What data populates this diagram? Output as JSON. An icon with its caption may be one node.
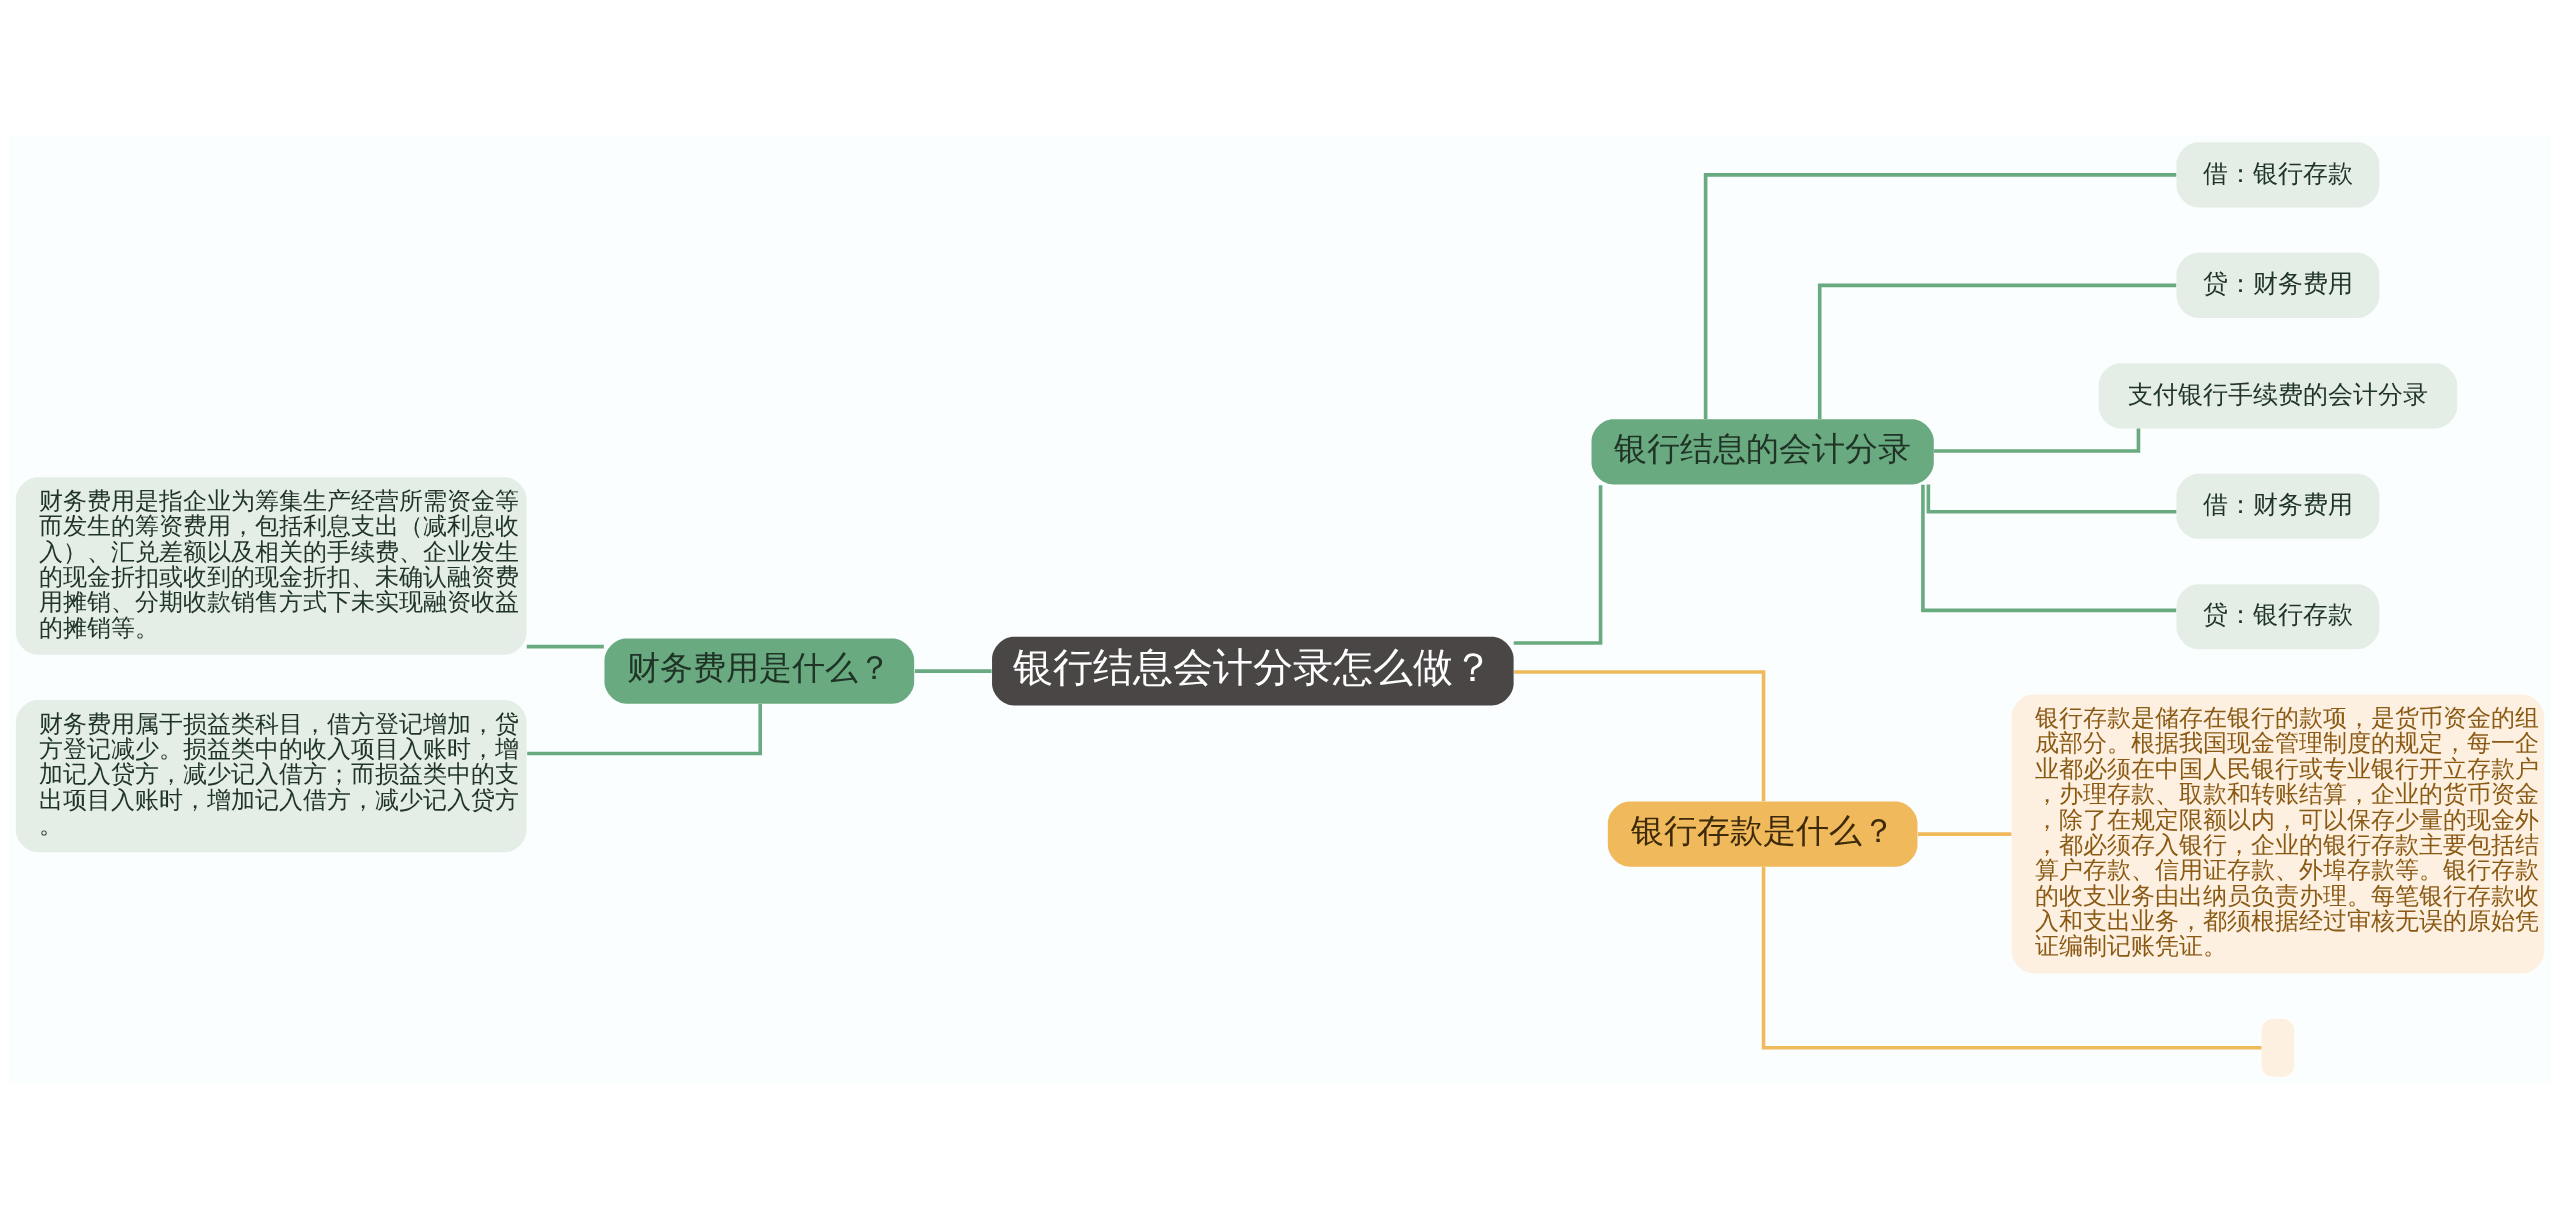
{
  "diagram": {
    "nodes": [
      {
        "text": [
          "银行结息会计分录怎么做？"
        ]
      },
      {
        "text": [
          "银行结息的会计分录"
        ]
      },
      {
        "text": [
          "借：银行存款"
        ]
      },
      {
        "text": [
          "贷：财务费用"
        ]
      },
      {
        "text": [
          "支付银行手续费的会计分录"
        ]
      },
      {
        "text": [
          "借：财务费用"
        ]
      },
      {
        "text": [
          "贷：银行存款"
        ]
      },
      {
        "text": [
          "银行存款是什么？"
        ]
      },
      {
        "text": [
          "银行存款是储存在银行的款项，是货币资金的组成部分。根据我国现金管理制度的规定，每一企业都必须在中国人民银行或专业银行开立存款户，办理存款、取款和转账结算，企业的货币资金，除了在规定限额以内，可以保存少量的现金外，都必须存入银行，企业的银行存款主要包括结算户存款、信用证存款、外埠存款等。银行存款的收支业务由出纳员负责办理。每笔银行存款收入和支出业务，都须根据经过审核无误的原始凭证编制记账凭证。"
        ]
      },
      {
        "text": [],
        "shape": "box"
      },
      {
        "text": [
          "财务费用是什么？"
        ]
      },
      {
        "text": [
          "财务费用是指企业为筹集生产经营所需资金等而发生的筹资费用，包括利息支出（减利息收入）、汇兑差额以及相关的手续费、企业发生的现金折扣或收到的现金折扣、未确认融资费用摊销、分期收款销售方式下未实现融资收益的摊销等。"
        ]
      },
      {
        "text": [
          "财务费用属于损益类科目，借方登记增加，贷方登记减少。损益类中的收入项目入账时，增加记入贷方，减少记入借方；而损益类中的支出项目入账时，增加记入借方，减少记入贷方。"
        ]
      }
    ],
    "edges": [
      {
        "from": 0,
        "to": 1,
        "arrow": "none"
      },
      {
        "from": 1,
        "to": 2,
        "arrow": "none"
      },
      {
        "from": 1,
        "to": 3,
        "arrow": "none"
      },
      {
        "from": 1,
        "to": 4,
        "arrow": "none"
      },
      {
        "from": 1,
        "to": 5,
        "arrow": "none"
      },
      {
        "from": 1,
        "to": 6,
        "arrow": "none"
      },
      {
        "from": 0,
        "to": 7,
        "arrow": "none",
        "color": "#f0b95c"
      },
      {
        "from": 7,
        "to": 8,
        "arrow": "none",
        "color": "#f0b95c"
      },
      {
        "from": 7,
        "to": 9,
        "arrow": "none",
        "color": "#f0b95c"
      },
      {
        "from": 0,
        "to": 10,
        "arrow": "none"
      },
      {
        "from": 10,
        "to": 11,
        "arrow": "none"
      },
      {
        "from": 10,
        "to": 12,
        "arrow": "none"
      }
    ]
  }
}
